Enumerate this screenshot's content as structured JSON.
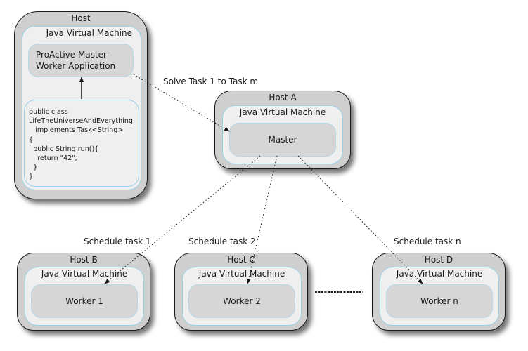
{
  "client_host": {
    "title": "Host",
    "jvm_title": "Java Virtual Machine",
    "application": "ProActive Master-\nWorker Application",
    "code": "public class\nLifeTheUniverseAndEverything\n   implements Task<String>\n{\n  public String run(){\n    return \"42\";\n  }\n}"
  },
  "master_host": {
    "title": "Host A",
    "jvm_title": "Java Virtual Machine",
    "node": "Master"
  },
  "worker_hosts": [
    {
      "title": "Host B",
      "jvm_title": "Java Virtual Machine",
      "node": "Worker 1",
      "edge_label": "Schedule task 1"
    },
    {
      "title": "Host C",
      "jvm_title": "Java Virtual Machine",
      "node": "Worker 2",
      "edge_label": "Schedule task 2"
    },
    {
      "title": "Host D",
      "jvm_title": "Java Virtual Machine",
      "node": "Worker n",
      "edge_label": "Schedule task n"
    }
  ],
  "edges": {
    "solve_label": "Solve Task 1 to Task m"
  },
  "colors": {
    "host_fill": "#cfcfcf",
    "jvm_fill": "#efefef",
    "jvm_border": "#9ccfe3",
    "node_fill": "#d6d6d6"
  }
}
